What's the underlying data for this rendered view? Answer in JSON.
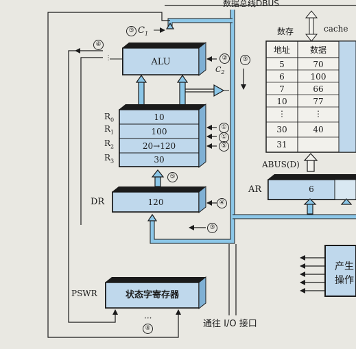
{
  "top": {
    "data_bus_label": "数据总线DBUS"
  },
  "alu": {
    "label": "ALU",
    "flag_c1": "C",
    "flag_c2": "C",
    "step_marker": "③",
    "step_num": "②",
    "step_left": "④"
  },
  "registers": {
    "rows": [
      {
        "name": "R",
        "sub": "0",
        "value": "10",
        "step": ""
      },
      {
        "name": "R",
        "sub": "1",
        "value": "100",
        "step": "①"
      },
      {
        "name": "R",
        "sub": "2",
        "value": "20→120",
        "step": "⑤"
      },
      {
        "name": "R",
        "sub": "3",
        "value": "30",
        "step": ""
      }
    ],
    "extra_step": "①",
    "input_step": "⑤"
  },
  "dr": {
    "label": "DR",
    "value": "120",
    "step": "④",
    "in_step": "③"
  },
  "pswr": {
    "label": "PSWR",
    "value": "状态字寄存器",
    "dots": "···",
    "step": "④"
  },
  "bus_step": "③",
  "io_label": "通往 I/O 接口",
  "memory": {
    "store_label": "数存",
    "cache_label": "cache",
    "headers": [
      "地址",
      "数据"
    ],
    "rows": [
      [
        "5",
        "70"
      ],
      [
        "6",
        "100"
      ],
      [
        "7",
        "66"
      ],
      [
        "10",
        "77"
      ],
      [
        "⋮",
        "⋮"
      ],
      [
        "30",
        "40"
      ],
      [
        "31",
        ""
      ]
    ]
  },
  "abus_label": "ABUS(D)",
  "ar": {
    "label": "AR",
    "value": "6"
  },
  "control_unit": {
    "line1": "产生",
    "line2": "操作"
  },
  "colors": {
    "paper": "#e9e8e2",
    "register_fill": "#bfd8ec",
    "bus_blue": "#8cc7e8",
    "ink": "#1b1b1b"
  }
}
